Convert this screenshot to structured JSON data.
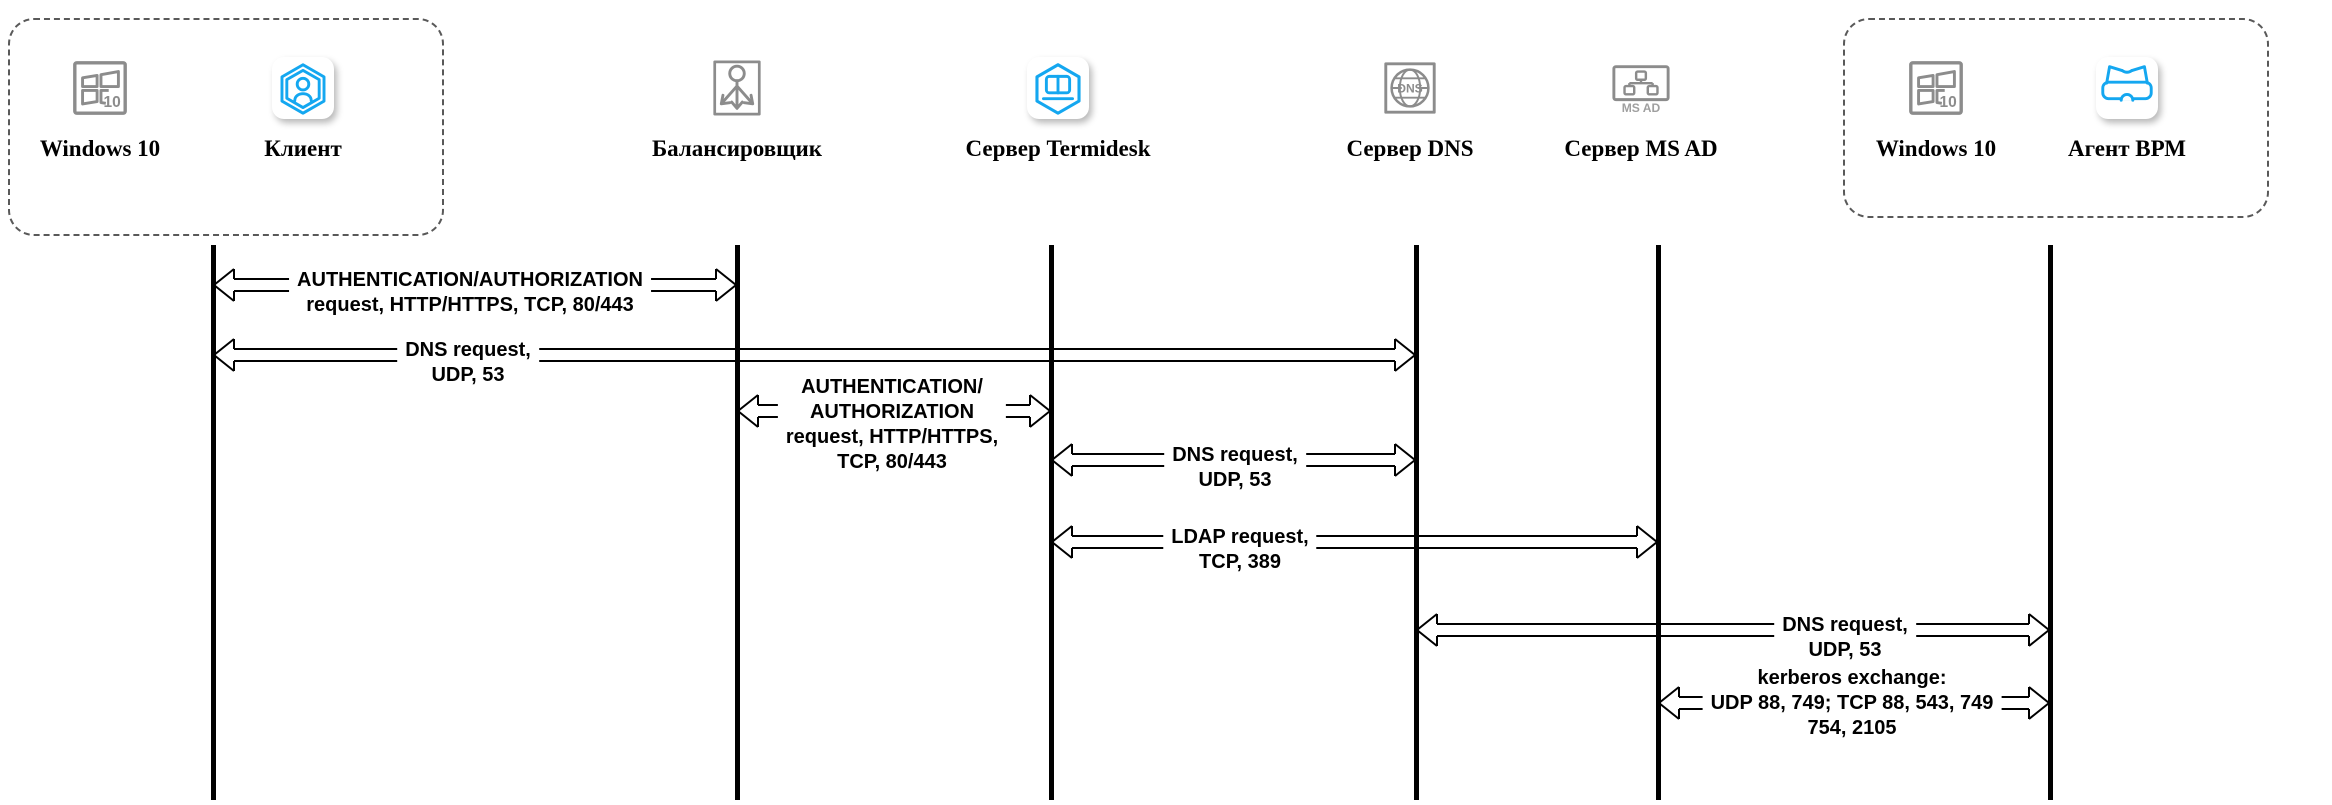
{
  "diagram": {
    "title": "Termidesk network interaction sequence diagram",
    "colors": {
      "background": "#ffffff",
      "icon_gray": "#8c8c8c",
      "accent_blue": "#14a7f0",
      "line_black": "#000000"
    },
    "groups": [
      {
        "name": "client-workstation-group"
      },
      {
        "name": "agent-workstation-group"
      }
    ],
    "entities": [
      {
        "label": "Windows 10",
        "icon": "windows10-icon"
      },
      {
        "label": "Клиент",
        "icon": "client-app-icon"
      },
      {
        "label": "Балансировщик",
        "icon": "load-balancer-icon"
      },
      {
        "label": "Сервер Termidesk",
        "icon": "termidesk-server-icon"
      },
      {
        "label": "Сервер DNS",
        "icon": "dns-server-icon"
      },
      {
        "label": "Сервер MS AD",
        "icon": "ms-ad-server-icon"
      },
      {
        "label": "Windows 10",
        "icon": "windows10-icon"
      },
      {
        "label": "Агент ВРМ",
        "icon": "vdi-agent-glasses-icon"
      }
    ],
    "messages": [
      {
        "from": "Клиент",
        "to": "Балансировщик",
        "direction": "bidirectional",
        "label_lines": [
          "AUTHENTICATION/AUTHORIZATION",
          "request, HTTP/HTTPS, TCP, 80/443"
        ]
      },
      {
        "from": "Клиент",
        "to": "Сервер DNS",
        "direction": "bidirectional",
        "label_lines": [
          "DNS request,",
          "UDP, 53"
        ]
      },
      {
        "from": "Балансировщик",
        "to": "Сервер Termidesk",
        "direction": "bidirectional",
        "label_lines": [
          "AUTHENTICATION/",
          "AUTHORIZATION",
          "request, HTTP/HTTPS,",
          "TCP, 80/443"
        ]
      },
      {
        "from": "Сервер Termidesk",
        "to": "Сервер DNS",
        "direction": "bidirectional",
        "label_lines": [
          "DNS request,",
          "UDP, 53"
        ]
      },
      {
        "from": "Сервер Termidesk",
        "to": "Сервер MS AD",
        "direction": "bidirectional",
        "label_lines": [
          "LDAP request,",
          "TCP, 389"
        ]
      },
      {
        "from": "Сервер DNS",
        "to": "Агент ВРМ",
        "direction": "bidirectional",
        "label_lines": [
          "DNS request,",
          "UDP, 53"
        ]
      },
      {
        "from": "Сервер MS AD",
        "to": "Агент ВРМ",
        "direction": "bidirectional",
        "label_lines": [
          "kerberos exchange:",
          "UDP 88, 749; TCP 88, 543, 749",
          "754, 2105"
        ]
      }
    ]
  }
}
